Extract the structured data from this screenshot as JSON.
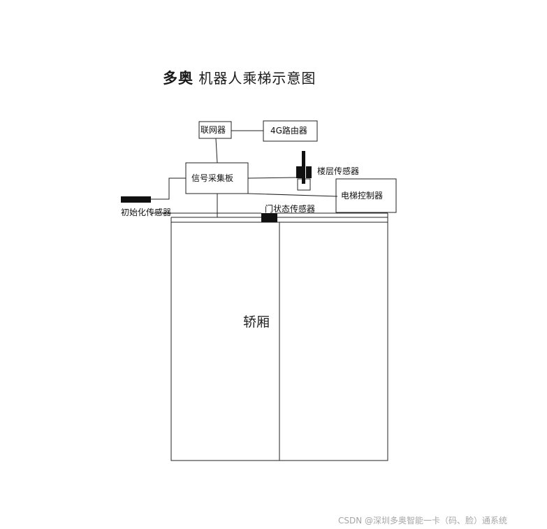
{
  "title": {
    "brand": "多奥",
    "rest": "机器人乘梯示意图"
  },
  "components": {
    "network": "联网器",
    "router": "4G路由器",
    "signal_board": "信号采集板",
    "floor_sensor": "楼层传感器",
    "elevator_controller": "电梯控制器",
    "init_sensor": "初始化传感器",
    "door_sensor": "门状态传感器",
    "car": "轿厢"
  },
  "watermark": "CSDN @深圳多奥智能一卡（码、脸）通系统"
}
